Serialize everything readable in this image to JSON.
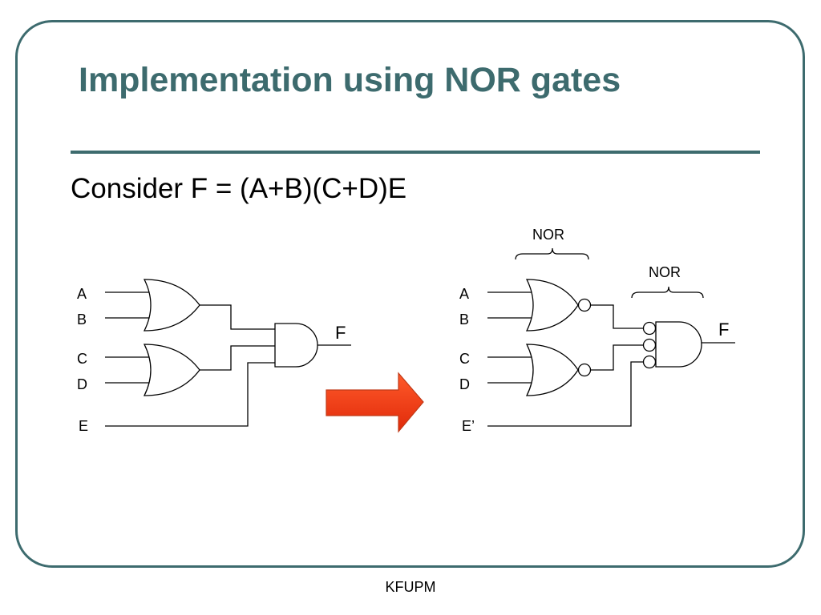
{
  "slide": {
    "title": "Implementation using NOR gates",
    "subtitle": "Consider F = (A+B)(C+D)E",
    "footer": "KFUPM",
    "theme_color": "#3d6b6e",
    "arrow_color": "#f03c14"
  },
  "circuit_left": {
    "inputs": [
      "A",
      "B",
      "C",
      "D",
      "E"
    ],
    "output": "F"
  },
  "circuit_right": {
    "inputs": [
      "A",
      "B",
      "C",
      "D",
      "E’"
    ],
    "output": "F",
    "nor_label_first": "NOR",
    "nor_label_second": "NOR"
  }
}
